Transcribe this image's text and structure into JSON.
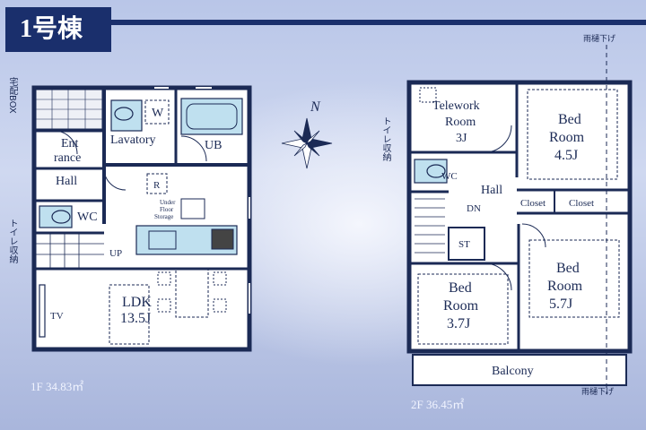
{
  "building_label": "1号棟",
  "side_labels": {
    "delivery_box": "宅配BOX",
    "toilet_storage": "トイレ収納",
    "downspout": "雨樋下げ"
  },
  "floor1": {
    "rooms": {
      "entrance": "Ent\nrance",
      "lavatory": "Lavatory",
      "ub": "UB",
      "hall": "Hall",
      "wc": "WC",
      "up": "UP",
      "ldk": "LDK",
      "ldk_size": "13.5J",
      "tv": "TV",
      "underfloor": "Under\nFloor\nStorage",
      "w": "W",
      "r": "R"
    },
    "area": "1F 34.83㎡"
  },
  "floor2": {
    "rooms": {
      "telework": "Telework",
      "telework_room": "Room",
      "telework_size": "3J",
      "bed1": "Bed",
      "bed1_room": "Room",
      "bed1_size": "4.5J",
      "wc": "WC",
      "hall": "Hall",
      "closet1": "Closet",
      "closet2": "Closet",
      "dn": "DN",
      "st": "ST",
      "bed2": "Bed",
      "bed2_room": "Room",
      "bed2_size": "3.7J",
      "bed3": "Bed",
      "bed3_room": "Room",
      "bed3_size": "5.7J",
      "balcony": "Balcony"
    },
    "area": "2F 36.45㎡"
  },
  "compass": {
    "north_label": "N"
  },
  "colors": {
    "wall": "#1b2a55",
    "fixture": "#bfe0ef",
    "navy": "#1a2f6c"
  }
}
